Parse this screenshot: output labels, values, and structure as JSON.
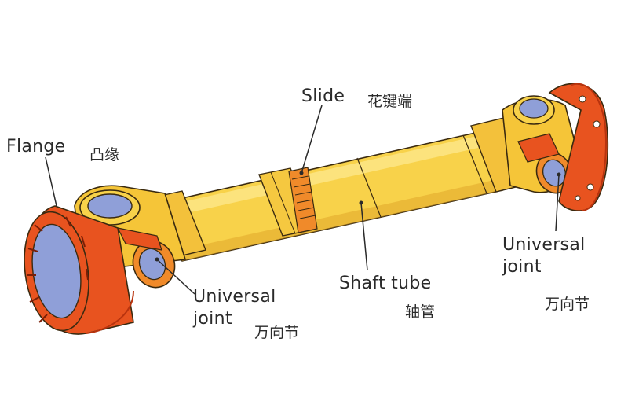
{
  "labels": {
    "flange": {
      "en": "Flange",
      "zh": "凸缘"
    },
    "slide": {
      "en": "Slide",
      "zh": "花键端"
    },
    "universal_joint_left": {
      "en_line1": "Universal",
      "en_line2": "joint",
      "zh": "万向节"
    },
    "shaft_tube": {
      "en": "Shaft tube",
      "zh": "轴管"
    },
    "universal_joint_right": {
      "en_line1": "Universal",
      "en_line2": "joint",
      "zh": "万向节"
    }
  },
  "colors": {
    "shaft_yellow": "#f8d24a",
    "shaft_light": "#fde78a",
    "shaft_shadow": "#e0a62a",
    "flange_red": "#e8531f",
    "flange_dark": "#b8330e",
    "bearing_blue": "#8f9fd8",
    "outline": "#3a2a10"
  }
}
